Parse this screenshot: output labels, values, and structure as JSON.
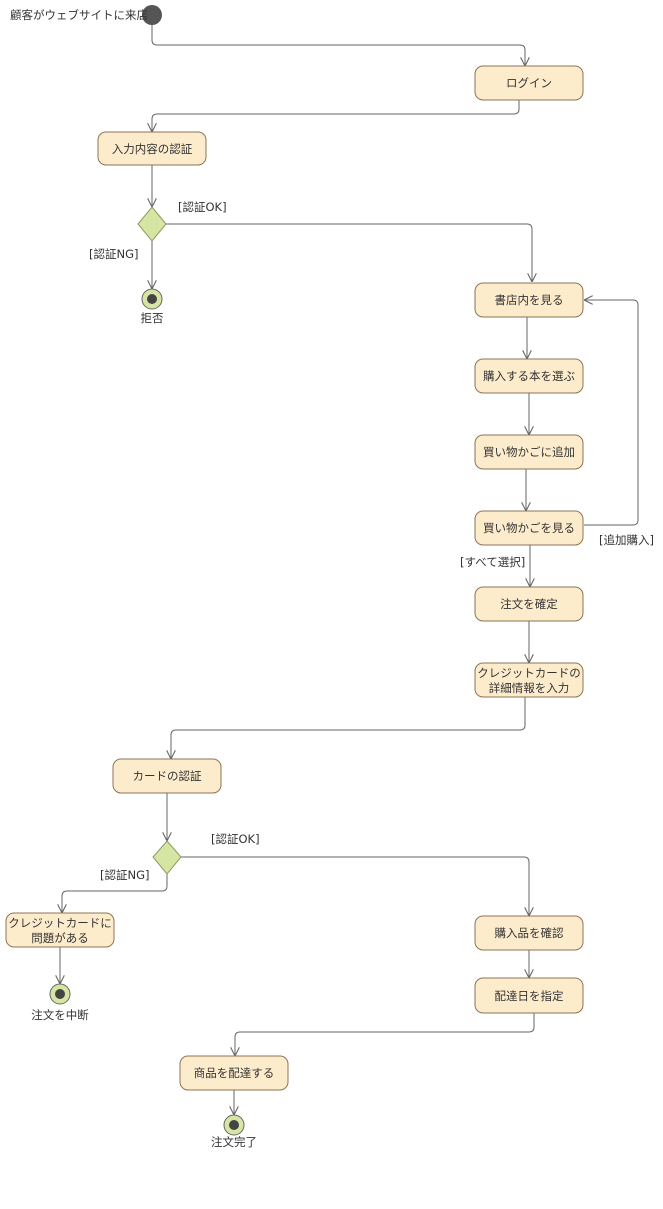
{
  "start_label": "顧客がウェブサイトに来店",
  "actions": {
    "login": "ログイン",
    "auth_input": "入力内容の認証",
    "browse": "書店内を見る",
    "choose_book": "購入する本を選ぶ",
    "add_cart": "買い物かごに追加",
    "view_cart": "買い物かごを見る",
    "confirm_order": "注文を確定",
    "card_details_1": "クレジットカードの",
    "card_details_2": "詳細情報を入力",
    "card_auth": "カードの認証",
    "card_problem_1": "クレジットカードに",
    "card_problem_2": "問題がある",
    "confirm_items": "購入品を確認",
    "delivery_date": "配達日を指定",
    "deliver": "商品を配達する"
  },
  "guards": {
    "auth_ok_1": "[認証OK]",
    "auth_ng_1": "[認証NG]",
    "add_more": "[追加購入]",
    "select_all": "[すべて選択]",
    "auth_ok_2": "[認証OK]",
    "auth_ng_2": "[認証NG]"
  },
  "finals": {
    "reject": "拒否",
    "cancel_order": "注文を中断",
    "order_complete": "注文完了"
  },
  "colors": {
    "action_fill": "#fdeccc",
    "action_border": "#8c7454",
    "decision_fill": "#d5e6a3",
    "edge": "#666666"
  }
}
